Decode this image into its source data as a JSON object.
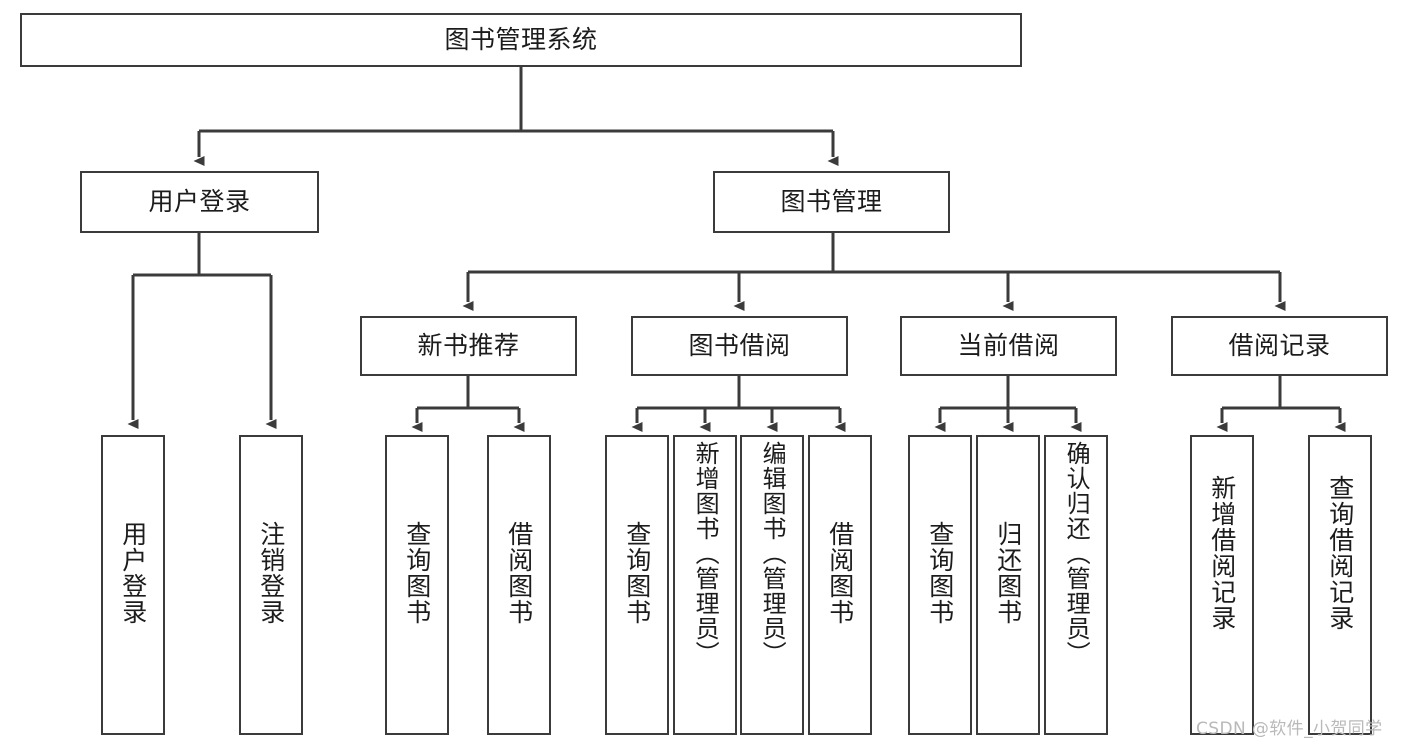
{
  "diagram": {
    "type": "tree-hierarchy",
    "title": "图书管理系统",
    "root": {
      "id": "root",
      "label": "图书管理系统"
    },
    "level2": [
      {
        "id": "user-login",
        "label": "用户登录"
      },
      {
        "id": "book-manage",
        "label": "图书管理"
      }
    ],
    "level3": [
      {
        "id": "new-book-rec",
        "label": "新书推荐",
        "parent": "book-manage"
      },
      {
        "id": "book-borrow",
        "label": "图书借阅",
        "parent": "book-manage"
      },
      {
        "id": "current-borrow",
        "label": "当前借阅",
        "parent": "book-manage"
      },
      {
        "id": "borrow-record",
        "label": "借阅记录",
        "parent": "book-manage"
      }
    ],
    "leaves": [
      {
        "id": "leaf-user-login",
        "label": "用户登录",
        "parent": "user-login"
      },
      {
        "id": "leaf-logout",
        "label": "注销登录",
        "parent": "user-login"
      },
      {
        "id": "leaf-query-book-1",
        "label": "查询图书",
        "parent": "new-book-rec"
      },
      {
        "id": "leaf-borrow-book-1",
        "label": "借阅图书",
        "parent": "new-book-rec"
      },
      {
        "id": "leaf-query-book-2",
        "label": "查询图书",
        "parent": "book-borrow"
      },
      {
        "id": "leaf-add-book",
        "label": "新增图书（管理员）",
        "parent": "book-borrow"
      },
      {
        "id": "leaf-edit-book",
        "label": "编辑图书（管理员）",
        "parent": "book-borrow"
      },
      {
        "id": "leaf-borrow-book-2",
        "label": "借阅图书",
        "parent": "book-borrow"
      },
      {
        "id": "leaf-query-book-3",
        "label": "查询图书",
        "parent": "current-borrow"
      },
      {
        "id": "leaf-return-book",
        "label": "归还图书",
        "parent": "current-borrow"
      },
      {
        "id": "leaf-confirm-return",
        "label": "确认归还（管理员）",
        "parent": "current-borrow"
      },
      {
        "id": "leaf-add-record",
        "label": "新增借阅记录",
        "parent": "borrow-record"
      },
      {
        "id": "leaf-query-record",
        "label": "查询借阅记录",
        "parent": "borrow-record"
      }
    ],
    "colors": {
      "border": "#3b3b3b",
      "text": "#1c1c1c",
      "background": "#ffffff",
      "watermark": "#b9b9b9"
    }
  },
  "watermark": {
    "text": "CSDN @软件_小贺同学"
  }
}
